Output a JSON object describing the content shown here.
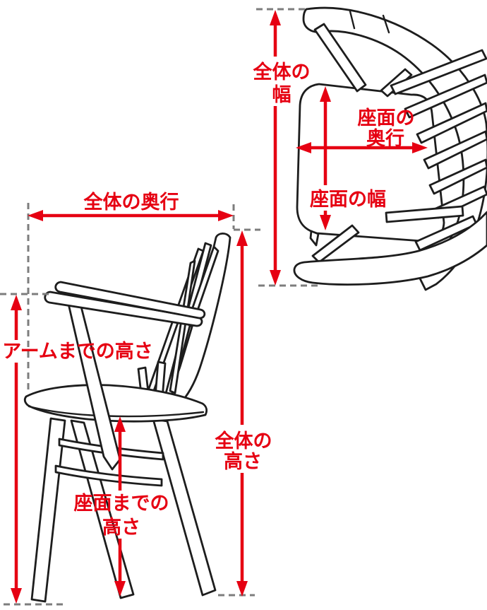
{
  "diagram": {
    "colors": {
      "dimension_red": "#e60012",
      "dash_gray": "#7d7d7d",
      "line_art_black": "#1d1d1d",
      "background": "#ffffff"
    },
    "top_view": {
      "labels": {
        "overall_width_line1": "全体の",
        "overall_width_line2": "幅",
        "seat_depth_line1": "座面の",
        "seat_depth_line2": "奥行",
        "seat_width": "座面の幅"
      }
    },
    "side_view": {
      "labels": {
        "overall_depth": "全体の奥行",
        "arm_height": "アームまでの高さ",
        "overall_height_line1": "全体の",
        "overall_height_line2": "高さ",
        "seat_height_line1": "座面までの",
        "seat_height_line2": "高さ"
      }
    }
  }
}
